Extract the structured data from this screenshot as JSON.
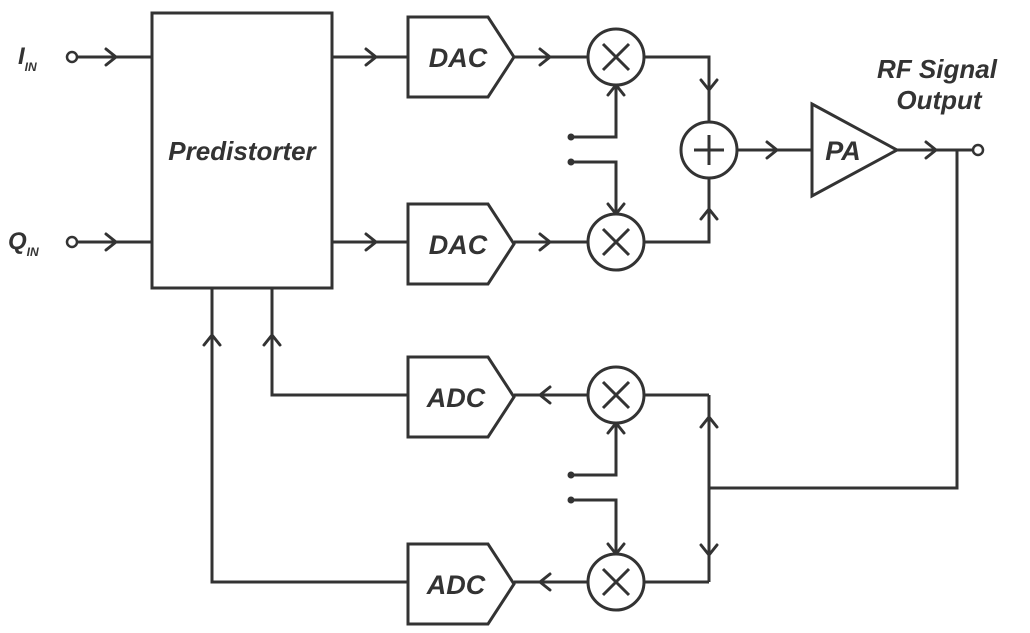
{
  "inputs": {
    "i": {
      "main": "I",
      "sub": "IN"
    },
    "q": {
      "main": "Q",
      "sub": "IN"
    }
  },
  "blocks": {
    "predistorter": "Predistorter",
    "dac_top": "DAC",
    "dac_bottom": "DAC",
    "adc_top": "ADC",
    "adc_bottom": "ADC",
    "pa": "PA"
  },
  "output": {
    "line1": "RF Signal",
    "line2": "Output"
  },
  "colors": {
    "stroke": "#333333",
    "background": "#ffffff"
  },
  "symbols": {
    "mixer": "multiply-symbol",
    "summer": "plus-symbol"
  }
}
